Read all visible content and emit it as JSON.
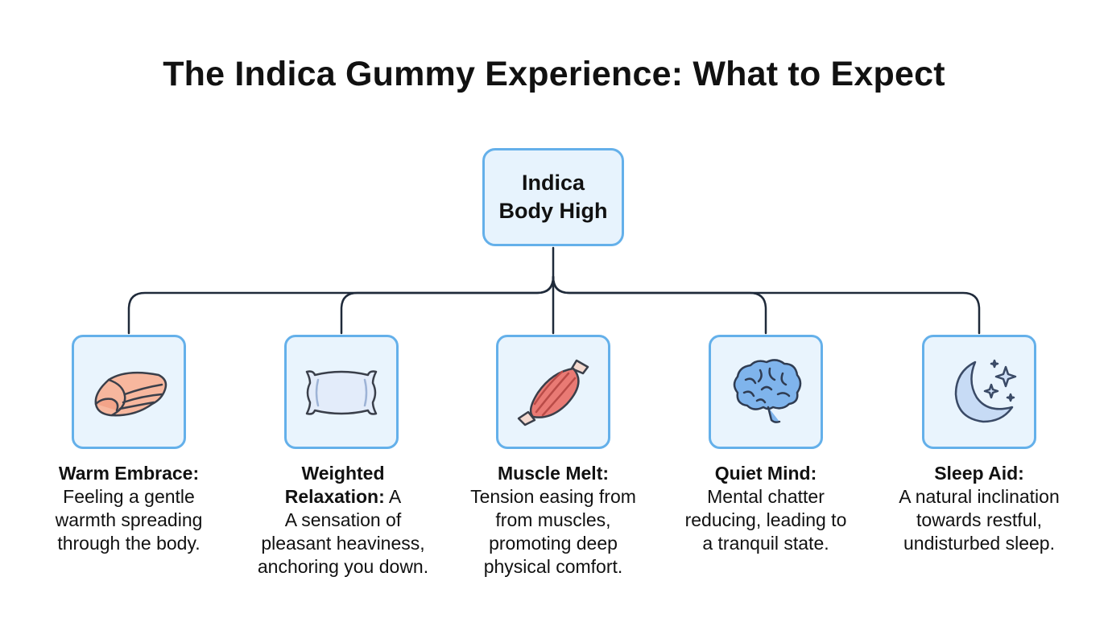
{
  "title": "The Indica Gummy Experience: What to Expect",
  "root": {
    "line1": "Indica",
    "line2": "Body High"
  },
  "colors": {
    "box_border": "#64b0ea",
    "box_fill": "#e7f3fd",
    "connector": "#1f2a3a",
    "text": "#111111"
  },
  "effects": [
    {
      "icon": "folded-blanket-icon",
      "lines": [
        {
          "head": "Warm Embrace:",
          "text": ""
        },
        {
          "head": "",
          "text": "Feeling a gentle"
        },
        {
          "head": "",
          "text": "warmth spreading"
        },
        {
          "head": "",
          "text": "through the body."
        }
      ]
    },
    {
      "icon": "pillow-icon",
      "lines": [
        {
          "head": "Weighted",
          "text": ""
        },
        {
          "head": "Relaxation:",
          "text": " A"
        },
        {
          "head": "",
          "text": "A sensation of"
        },
        {
          "head": "",
          "text": "pleasant heaviness,"
        },
        {
          "head": "",
          "text": "anchoring you down."
        }
      ]
    },
    {
      "icon": "muscle-icon",
      "lines": [
        {
          "head": "Muscle Melt:",
          "text": ""
        },
        {
          "head": "",
          "text": "Tension easing from"
        },
        {
          "head": "",
          "text": "from muscles,"
        },
        {
          "head": "",
          "text": "promoting deep"
        },
        {
          "head": "",
          "text": "physical comfort."
        }
      ]
    },
    {
      "icon": "brain-icon",
      "lines": [
        {
          "head": "Quiet Mind:",
          "text": ""
        },
        {
          "head": "",
          "text": "Mental chatter"
        },
        {
          "head": "",
          "text": "reducing, leading to"
        },
        {
          "head": "",
          "text": "a tranquil state."
        }
      ]
    },
    {
      "icon": "moon-stars-icon",
      "lines": [
        {
          "head": "Sleep Aid:",
          "text": ""
        },
        {
          "head": "",
          "text": "A natural inclination"
        },
        {
          "head": "",
          "text": "towards restful,"
        },
        {
          "head": "",
          "text": "undisturbed sleep."
        }
      ]
    }
  ]
}
